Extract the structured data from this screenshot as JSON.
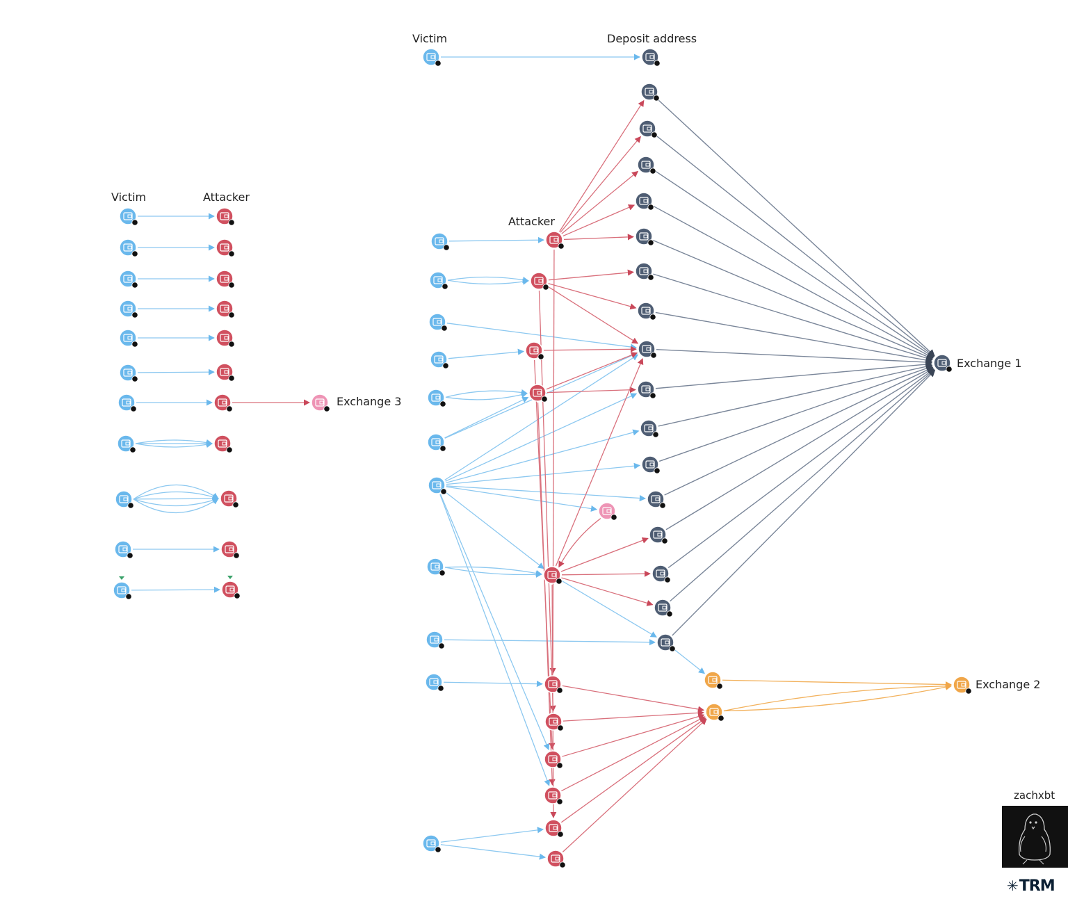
{
  "labels": {
    "left_victim": "Victim",
    "left_attacker": "Attacker",
    "top_victim": "Victim",
    "deposit_address": "Deposit address",
    "attacker_center": "Attacker",
    "exchange_1": "Exchange 1",
    "exchange_2": "Exchange 2",
    "exchange_3": "Exchange 3"
  },
  "watermark": {
    "author": "zachxbt",
    "brand": "TRM",
    "brand_icon": "asterisk-star-icon"
  },
  "colors": {
    "victim": "#6ab8ec",
    "attacker": "#d0505f",
    "deposit": "#4e5d73",
    "exchange_orange": "#f0a649",
    "exchange_pink": "#ee94b5",
    "edge_victim": "#8cc8f0",
    "edge_attacker": "#d9707c",
    "edge_deposit": "#7a8699",
    "edge_orange": "#f2b15c",
    "edge_pink": "#d9707c"
  },
  "node_icon": "wallet-icon",
  "node_types": [
    "victim",
    "attacker",
    "deposit",
    "exchange"
  ]
}
